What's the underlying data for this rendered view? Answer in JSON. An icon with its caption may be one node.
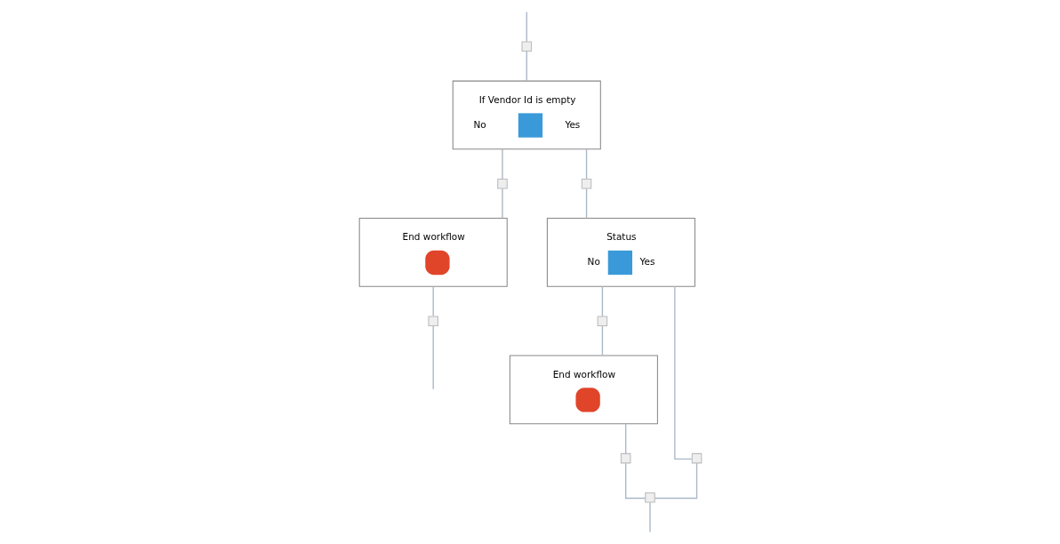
{
  "diagram": {
    "nodes": [
      {
        "text": [],
        "shape": "box"
      },
      {
        "text": [
          "If Vendor Id is empty",
          "No",
          "Yes"
        ]
      },
      {
        "text": [],
        "shape": "box"
      },
      {
        "text": [],
        "shape": "box"
      },
      {
        "text": [
          "End workflow"
        ]
      },
      {
        "text": [
          "Status",
          "No",
          "Yes"
        ]
      },
      {
        "text": [],
        "shape": "box"
      },
      {
        "text": [],
        "shape": "box"
      },
      {
        "text": [],
        "shape": "box"
      },
      {
        "text": [
          "End workflow"
        ]
      },
      {
        "text": [],
        "shape": "box"
      },
      {
        "text": [],
        "shape": "box"
      }
    ],
    "edges": [
      {
        "from": null,
        "to": 0,
        "arrow": "none"
      },
      {
        "from": 0,
        "to": 1,
        "arrow": "none"
      },
      {
        "from": 1,
        "to": 2,
        "arrow": "none"
      },
      {
        "from": 1,
        "to": 3,
        "arrow": "none"
      },
      {
        "from": 2,
        "to": 4,
        "arrow": "none"
      },
      {
        "from": 3,
        "to": 5,
        "arrow": "none"
      },
      {
        "from": 4,
        "to": 6,
        "arrow": "none"
      },
      {
        "from": 5,
        "to": 7,
        "arrow": "none"
      },
      {
        "from": 5,
        "to": 8,
        "arrow": "none"
      },
      {
        "from": 7,
        "to": 9,
        "arrow": "none"
      },
      {
        "from": 9,
        "to": 10,
        "arrow": "none"
      },
      {
        "from": 10,
        "to": 11,
        "arrow": "none"
      },
      {
        "from": 8,
        "to": 11,
        "arrow": "none"
      },
      {
        "from": 6,
        "to": null,
        "arrow": "none"
      },
      {
        "from": 11,
        "to": null,
        "arrow": "none"
      }
    ]
  }
}
